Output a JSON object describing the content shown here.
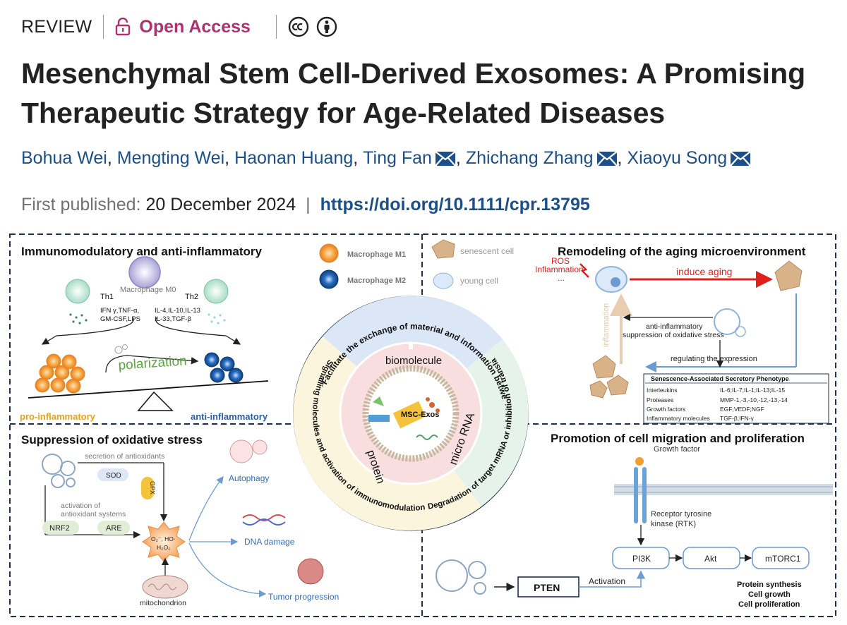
{
  "header": {
    "article_type": "REVIEW",
    "access_label": "Open Access",
    "title": "Mesenchymal Stem Cell-Derived Exosomes: A Promising Therapeutic Strategy for Age-Related Diseases",
    "authors": [
      "Bohua Wei",
      "Mengting Wei",
      "Haonan Huang",
      "Ting Fan",
      "Zhichang Zhang",
      "Xiaoyu Song"
    ],
    "published_label": "First published:",
    "published_date": "20 December 2024",
    "doi": "https://doi.org/10.1111/cpr.13795"
  },
  "figure": {
    "immuno": {
      "title": "Immunomodulatory and anti-inflammatory",
      "m0": "Macrophage M0",
      "th1": "Th1",
      "th2": "Th2",
      "th1_cyt1": "IFN γ,TNF-α,",
      "th1_cyt2": "GM-CSF,LPS",
      "th2_cyt1": "IL-4,IL-10,IL-13",
      "th2_cyt2": "IL-33,TGF-β",
      "polarization": "polarization",
      "pro": "pro-inflammatory",
      "anti": "anti-inflammatory"
    },
    "legend": {
      "m1": "Macrophage M1",
      "m2": "Macrophage M2",
      "senescent": "senescent cell",
      "young": "young cell"
    },
    "aging": {
      "title": "Remodeling of the aging microenvironment",
      "ros1": "ROS",
      "ros2": "Inflammation",
      "ros3": "...",
      "induce": "induce aging",
      "inflammation": "inflammation",
      "anti1": "anti-inflammatory",
      "anti2": "suppression of oxidative stress",
      "regulating": "regulating the expression",
      "sasp_title": "Senescence-Associated Secretory Phenotype",
      "sasp": [
        {
          "k": "Interleukins",
          "v": "IL-6;IL-7;IL-1;IL-13;IL-15"
        },
        {
          "k": "Proteases",
          "v": "MMP-1,-3,-10,-12,-13,-14"
        },
        {
          "k": "Growth factors",
          "v": "EGF;VEDF;NGF"
        },
        {
          "k": "Inflammatory molecules",
          "v": "TGF-β;IFN-γ"
        }
      ]
    },
    "center": {
      "top": "Facilitate the exchange of material and information between cells",
      "left": "Signalling molecules and activation of immunomodulation-related signalling pathways",
      "right": "Degradation of target mRNA or inhibition of translation to cause gene silencing",
      "biomolecule": "biomolecule",
      "protein": "protein",
      "microrna": "micro RNA",
      "core": "MSC-Exos"
    },
    "oxidative": {
      "title": "Suppression of oxidative stress",
      "secretion": "secretion of antioxidants",
      "sod": "SOD",
      "gpx": "GPX",
      "activation1": "activation  of",
      "activation2": "antioxidant  systems",
      "nrf2": "NRF2",
      "are": "ARE",
      "ros1": "O₂⁻, HO·",
      "ros2": "H₂O₂",
      "mito": "mitochondrion",
      "autophagy": "Autophagy",
      "dna": "DNA damage",
      "tumor": "Tumor progression"
    },
    "migration": {
      "title": "Promotion of cell migration and proliferation",
      "gf": "Growth factor",
      "rtk1": "Receptor tyrosine",
      "rtk2": "kinase (RTK)",
      "pi3k": "PI3K",
      "akt": "Akt",
      "mtorc1": "mTORC1",
      "pten": "PTEN",
      "activation": "Activation",
      "out1": "Protein synthesis",
      "out2": "Cell growth",
      "out3": "Cell proliferation"
    }
  },
  "colors": {
    "brand": "#b1306f",
    "link": "#1b4f8a",
    "panel_border": "#1f2f4f",
    "red": "#e0201b",
    "m1": "#f29a3c",
    "m2": "#1a5da8"
  }
}
